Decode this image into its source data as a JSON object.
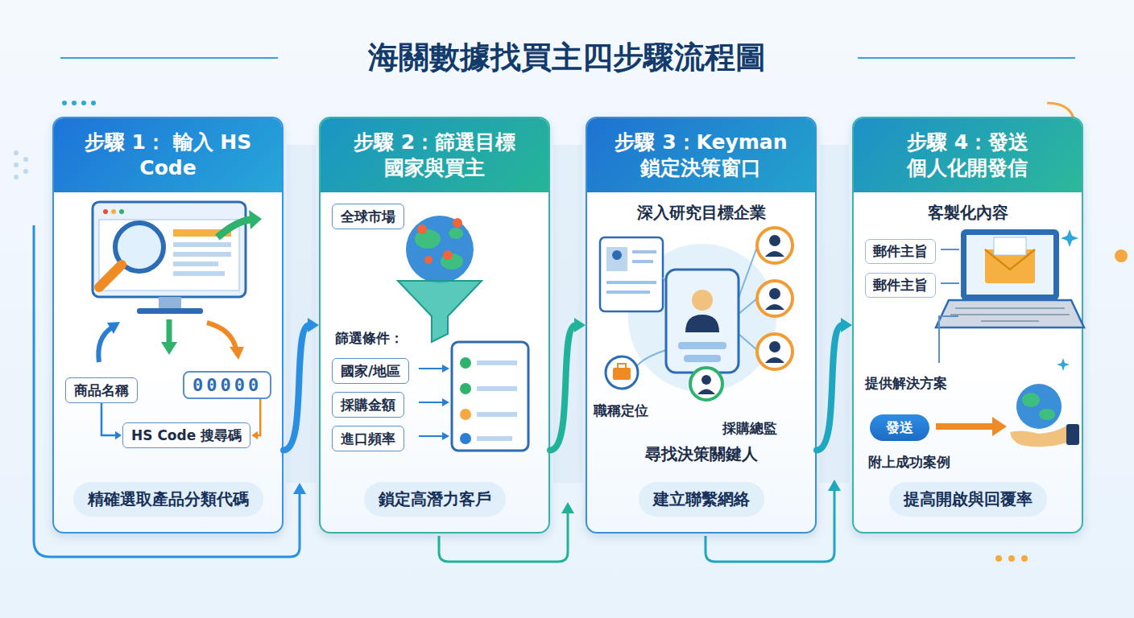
{
  "diagram": {
    "title": "海關數據找買主四步驟流程圖",
    "nodes": [
      {
        "text": [
          "步驟 1： 輸入 HS Code"
        ]
      },
      {
        "text": [
          "商品名稱"
        ],
        "in": 0
      },
      {
        "text": [
          "00000"
        ],
        "in": 0
      },
      {
        "text": [
          "HS Code 搜尋碼"
        ],
        "in": 0
      },
      {
        "text": [
          "精確選取產品分類代碼"
        ],
        "in": 0
      },
      {
        "text": [
          "步驟 2：篩選目標 國家與買主"
        ]
      },
      {
        "text": [
          "全球市場"
        ],
        "in": 5
      },
      {
        "text": [
          "國家/地區"
        ],
        "in": 5
      },
      {
        "text": [
          "採購金額"
        ],
        "in": 5
      },
      {
        "text": [
          "進口頻率"
        ],
        "in": 5
      },
      {
        "text": [
          "鎖定高潛力客戶"
        ],
        "in": 5
      },
      {
        "text": [
          "步驟 3：Keyman 鎖定決策窗口",
          "深入研究目標企業"
        ]
      },
      {
        "text": [
          "建立聯繫網絡"
        ],
        "in": 11
      },
      {
        "text": [
          "步驟 4：發送 個人化開發信",
          "客製化內容"
        ]
      },
      {
        "text": [
          "發送"
        ],
        "in": 13
      },
      {
        "text": [
          "提高開啟與回覆率"
        ],
        "in": 13
      }
    ],
    "edges": [
      {
        "from": 0,
        "to": 5,
        "arrow": "to"
      },
      {
        "from": 5,
        "to": 11,
        "arrow": "to"
      },
      {
        "from": 11,
        "to": 13,
        "arrow": "to"
      },
      {
        "from": 1,
        "to": 3,
        "arrow": "to"
      },
      {
        "from": 2,
        "to": 3,
        "arrow": "to"
      }
    ],
    "labels": [
      "篩選條件：",
      "職稱定位",
      "採購總監",
      "尋找決策關鍵人",
      "郵件主旨",
      "郵件主旨",
      "提供解決方案",
      "附上成功案例"
    ]
  }
}
